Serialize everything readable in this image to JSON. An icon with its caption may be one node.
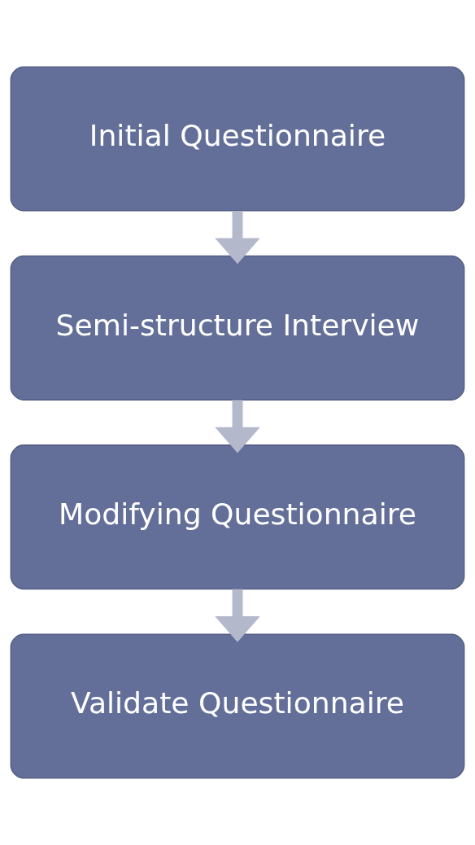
{
  "diagram": {
    "nodes": [
      {
        "text": [
          "Initial Questionnaire"
        ]
      },
      {
        "text": [
          "Semi-structure Interview"
        ]
      },
      {
        "text": [
          "Modifying Questionnaire"
        ]
      },
      {
        "text": [
          "Validate Questionnaire"
        ]
      }
    ],
    "edges": [
      {
        "from": 0,
        "to": 1,
        "arrow": "to"
      },
      {
        "from": 1,
        "to": 2,
        "arrow": "to"
      },
      {
        "from": 2,
        "to": 3,
        "arrow": "to"
      }
    ]
  }
}
